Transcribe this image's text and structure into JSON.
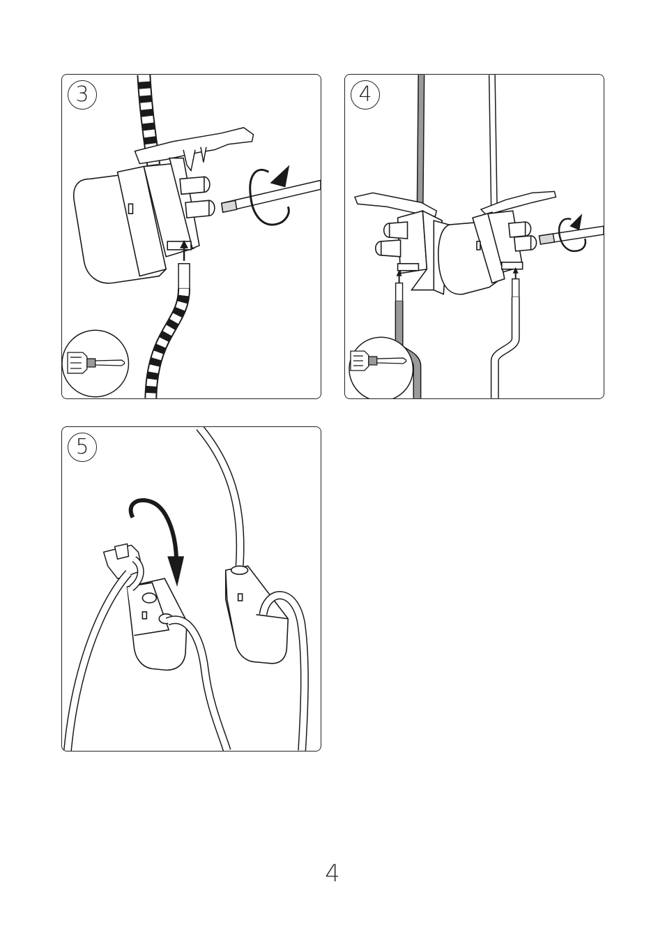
{
  "steps": [
    {
      "number": "3",
      "tool_icon": "screwdriver-icon",
      "action_icon": "rotate-clockwise-arrow-icon"
    },
    {
      "number": "4",
      "tool_icon": "screwdriver-icon",
      "action_icon": "rotate-clockwise-arrow-icon"
    },
    {
      "number": "5",
      "action_icon": "rotate-down-arrow-icon"
    }
  ],
  "page_number": "4",
  "colors": {
    "line": "#1a1a1a",
    "cable_grey": "#9a9a9a",
    "highlight": "#d8d8d8",
    "background": "#ffffff"
  }
}
